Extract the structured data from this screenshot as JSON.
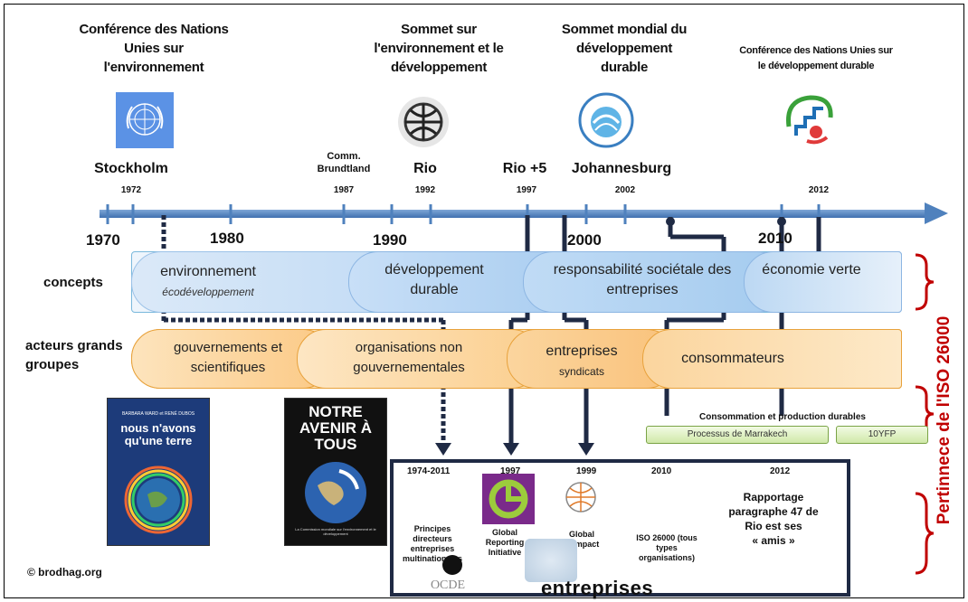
{
  "events": {
    "stockholm_title": [
      "Conférence des Nations",
      "Unies sur",
      "l'environnement"
    ],
    "rio_title": [
      "Sommet sur",
      "l'environnement et le",
      "développement"
    ],
    "johannesburg_title": [
      "Sommet mondial du",
      "développement",
      "durable"
    ],
    "rio20_title": [
      "Conférence des Nations Unies sur",
      "le développement durable"
    ]
  },
  "places": {
    "stockholm": "Stockholm",
    "stockholm_year": "1972",
    "brundtland": [
      "Comm.",
      "Brundtland"
    ],
    "brundtland_year": "1987",
    "rio": "Rio",
    "rio_year": "1992",
    "rio5": "Rio +5",
    "rio5_year": "1997",
    "johannesburg": "Johannesburg",
    "johannesburg_year": "2002",
    "rio20_year": "2012"
  },
  "decades": [
    "1970",
    "1980",
    "1990",
    "2000",
    "2010"
  ],
  "rows": {
    "concepts": "concepts",
    "acteurs": [
      "acteurs grands",
      "groupes"
    ]
  },
  "concepts": [
    {
      "main": "environnement",
      "sub": "écodéveloppement"
    },
    {
      "main": "développement durable",
      "sub": ""
    },
    {
      "main": "responsabilité sociétale des entreprises",
      "sub": ""
    },
    {
      "main": "économie verte",
      "sub": ""
    }
  ],
  "acteurs": [
    {
      "main": "gouvernements et scientifiques",
      "sub": ""
    },
    {
      "main": "organisations non gouvernementales",
      "sub": ""
    },
    {
      "main": "entreprises",
      "sub": "syndicats"
    },
    {
      "main": "consommateurs",
      "sub": ""
    }
  ],
  "side_label": "Pertinnece de l'ISO 26000",
  "consommation": {
    "title": "Consommation et production durables",
    "marrakech": "Processus de Marrakech",
    "yfp": "10YFP"
  },
  "books": {
    "book1": {
      "authors": "BARBARA WARD et RENÉ DUBOS",
      "title": "nous n'avons qu'une terre"
    },
    "book2": {
      "title": "NOTRE AVENIR À TOUS",
      "subtitle": "La Commission mondiale sur l'environnement et le développement"
    }
  },
  "bottom": {
    "years": [
      "1974-2011",
      "1997",
      "1999",
      "2010",
      "2012"
    ],
    "ocde": [
      "Principes",
      "directeurs",
      "entreprises",
      "multinationales"
    ],
    "ocde_logo": "OCDE",
    "gri": [
      "Global",
      "Reporting",
      "Initiative"
    ],
    "compact": [
      "Global",
      "Compact"
    ],
    "iso": [
      "ISO 26000 (tous",
      "types",
      "organisations)"
    ],
    "rapportage": [
      "Rapportage",
      "paragraphe 47 de",
      "Rio est ses",
      "« amis »"
    ],
    "entreprises": "entreprises"
  },
  "copyright": "© brodhag.org",
  "colors": {
    "arrow": "#4f81bd",
    "concept_band": "#d6e6f7",
    "actor_band": "#fbd39a",
    "side_red": "#c00000"
  }
}
